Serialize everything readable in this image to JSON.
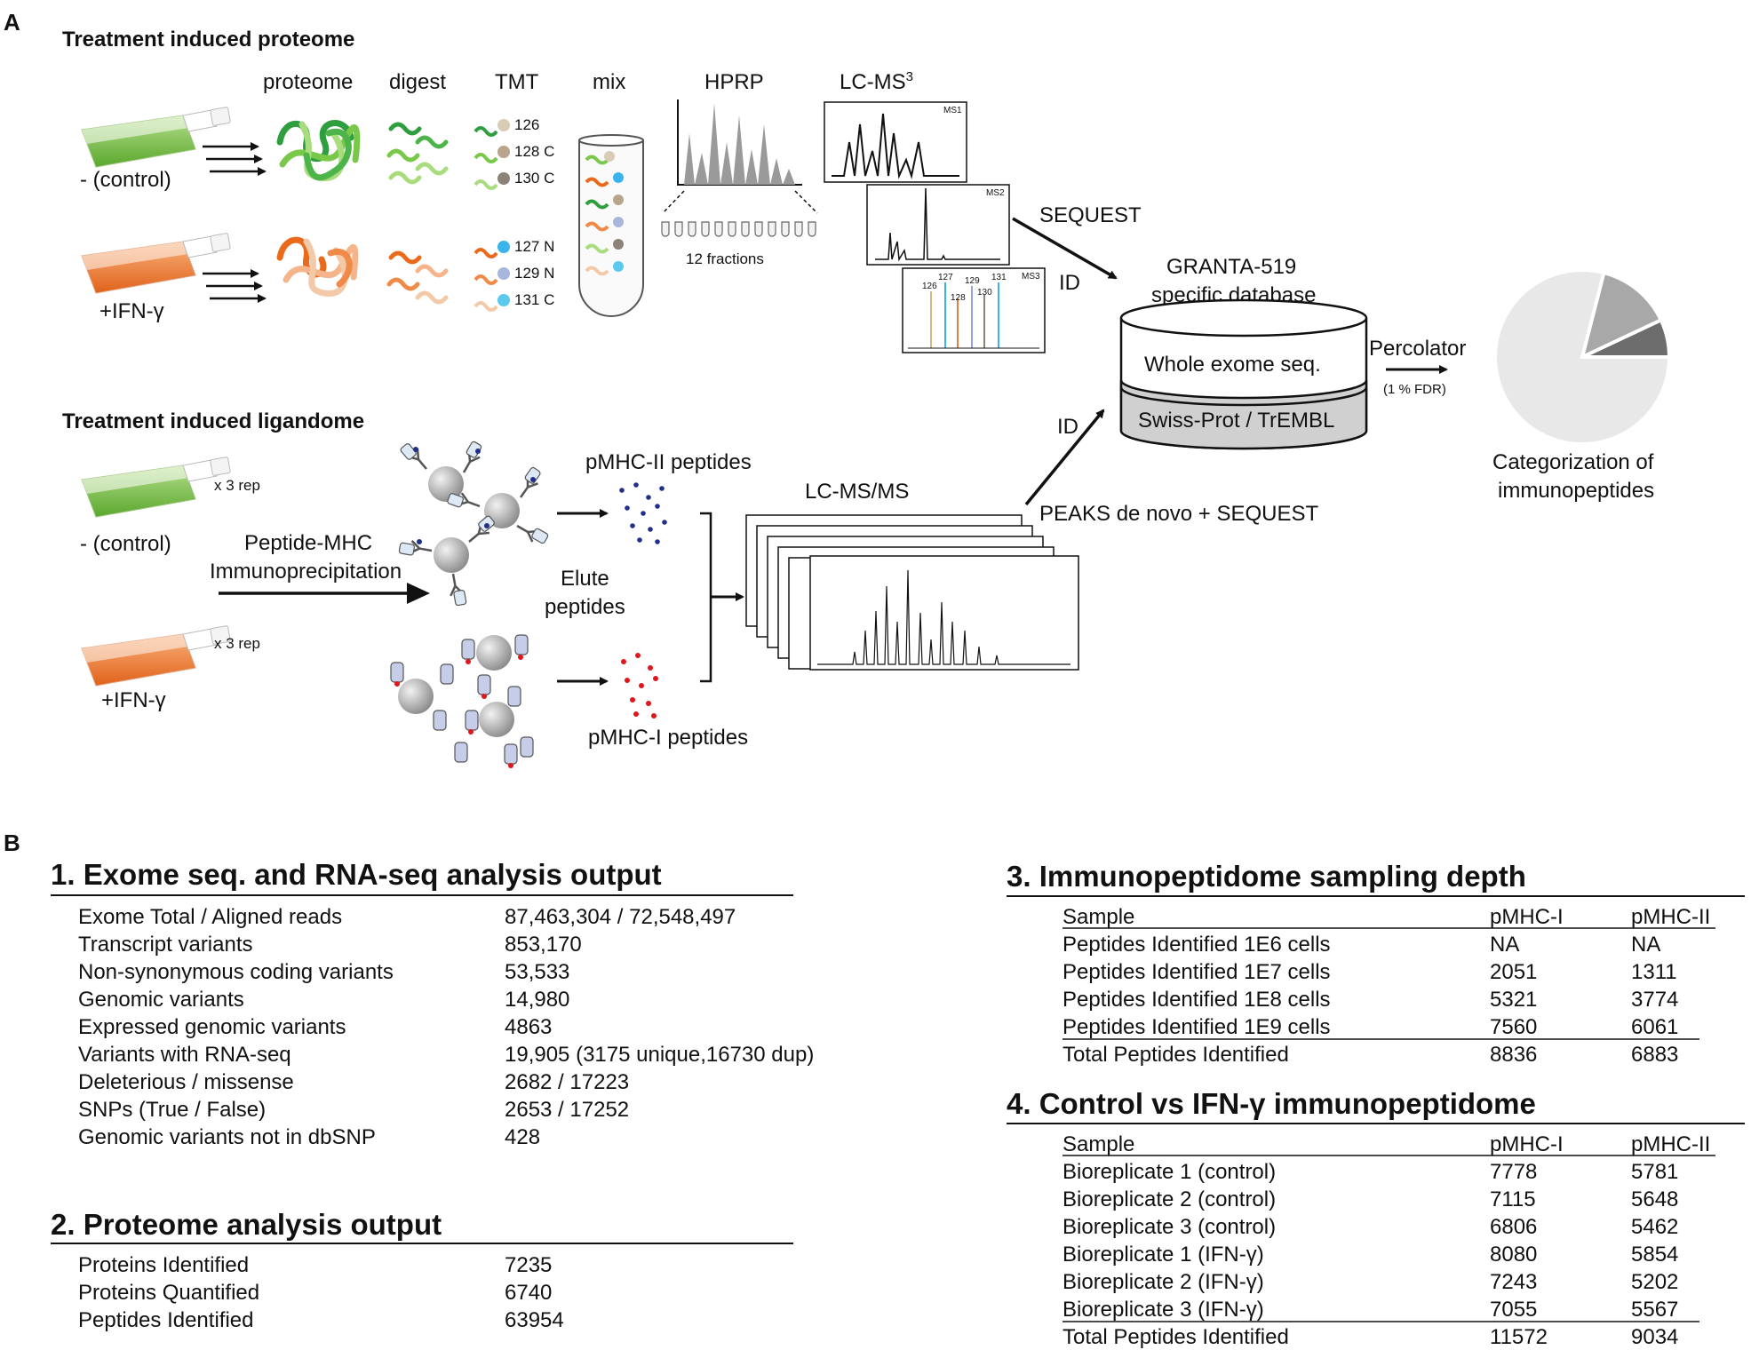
{
  "panel_a": {
    "label": "A",
    "proteome_title": "Treatment induced proteome",
    "ligandome_title": "Treatment induced ligandome",
    "steps": {
      "proteome": "proteome",
      "digest": "digest",
      "tmt": "TMT",
      "mix": "mix",
      "hprp": "HPRP",
      "lcms3": "LC-MS",
      "lcms3_sup": "3"
    },
    "control_label": "- (control)",
    "ifn_label": "+IFN-γ",
    "tmt_control_tags": [
      "126",
      "128 C",
      "130 C"
    ],
    "tmt_ifn_tags": [
      "127 N",
      "129 N",
      "131 C"
    ],
    "fractions": "12 fractions",
    "ms_labels": [
      "MS1",
      "MS2",
      "MS3"
    ],
    "ms3_reporters": [
      "126",
      "127",
      "128",
      "129",
      "130",
      "131"
    ],
    "sequest": "SEQUEST",
    "id_label": "ID",
    "db_title_1": "GRANTA-519",
    "db_title_2": "specific database",
    "db_exome": "Whole exome seq.",
    "db_swiss": "Swiss-Prot / TrEMBL",
    "percolator": "Percolator",
    "fdr": "(1 % FDR)",
    "category_1": "Categorization of",
    "category_2": "immunopeptides",
    "rep": "x 3 rep",
    "ip_1": "Peptide-MHC",
    "ip_2": "Immunoprecipitation",
    "pmhc2": "pMHC-II peptides",
    "pmhc1": "pMHC-I peptides",
    "elute_1": "Elute",
    "elute_2": "peptides",
    "lcmsms": "LC-MS/MS",
    "peaks": "PEAKS de novo + SEQUEST",
    "pie_fractions": [
      0.79,
      0.14,
      0.07
    ],
    "colors": {
      "green_flask": "#7dc142",
      "orange_flask": "#f07b2c",
      "pie_main": "#e8e8e8",
      "pie_mid": "#a8a8a8",
      "pie_dark": "#6d6d6d",
      "pmhc2_dots": "#1f2f8a",
      "pmhc1_dots": "#e0161b",
      "tmt_blue": "#3ab4ea"
    }
  },
  "panel_b": {
    "label": "B",
    "t1": {
      "title": "1. Exome seq. and RNA-seq analysis output",
      "rows": [
        [
          "Exome Total / Aligned reads",
          "87,463,304  / 72,548,497"
        ],
        [
          "Transcript variants",
          "853,170"
        ],
        [
          "Non-synonymous coding variants",
          "53,533"
        ],
        [
          "Genomic variants",
          "14,980"
        ],
        [
          "Expressed genomic variants",
          "4863"
        ],
        [
          "Variants with RNA-seq",
          "19,905 (3175 unique,16730 dup)"
        ],
        [
          "Deleterious / missense",
          "2682 / 17223"
        ],
        [
          "SNPs (True / False)",
          "2653 / 17252"
        ],
        [
          "Genomic variants not in dbSNP",
          "428"
        ]
      ]
    },
    "t2": {
      "title": "2. Proteome analysis output",
      "rows": [
        [
          "Proteins Identified",
          "7235"
        ],
        [
          "Proteins Quantified",
          "6740"
        ],
        [
          "Peptides Identified",
          "63954"
        ]
      ]
    },
    "t3": {
      "title": "3. Immunopeptidome sampling depth",
      "header": [
        "Sample",
        "pMHC-I",
        "pMHC-II"
      ],
      "rows": [
        [
          "Peptides Identified 1E6 cells",
          "NA",
          "NA"
        ],
        [
          "Peptides Identified 1E7 cells",
          "2051",
          "1311"
        ],
        [
          "Peptides Identified 1E8 cells",
          "5321",
          "3774"
        ],
        [
          "Peptides Identified 1E9 cells",
          "7560",
          "6061"
        ]
      ],
      "total": [
        "Total Peptides Identified",
        "8836",
        "6883"
      ]
    },
    "t4": {
      "title": "4. Control vs IFN-γ immunopeptidome",
      "header": [
        "Sample",
        "pMHC-I",
        "pMHC-II"
      ],
      "rows": [
        [
          "Bioreplicate 1 (control)",
          "7778",
          "5781"
        ],
        [
          "Bioreplicate 2 (control)",
          "7115",
          "5648"
        ],
        [
          "Bioreplicate 3 (control)",
          "6806",
          "5462"
        ],
        [
          "Bioreplicate 1 (IFN-γ)",
          "8080",
          "5854"
        ],
        [
          "Bioreplicate 2 (IFN-γ)",
          "7243",
          "5202"
        ],
        [
          "Bioreplicate 3 (IFN-γ)",
          "7055",
          "5567"
        ]
      ],
      "total": [
        "Total Peptides Identified",
        "11572",
        "9034"
      ]
    }
  }
}
